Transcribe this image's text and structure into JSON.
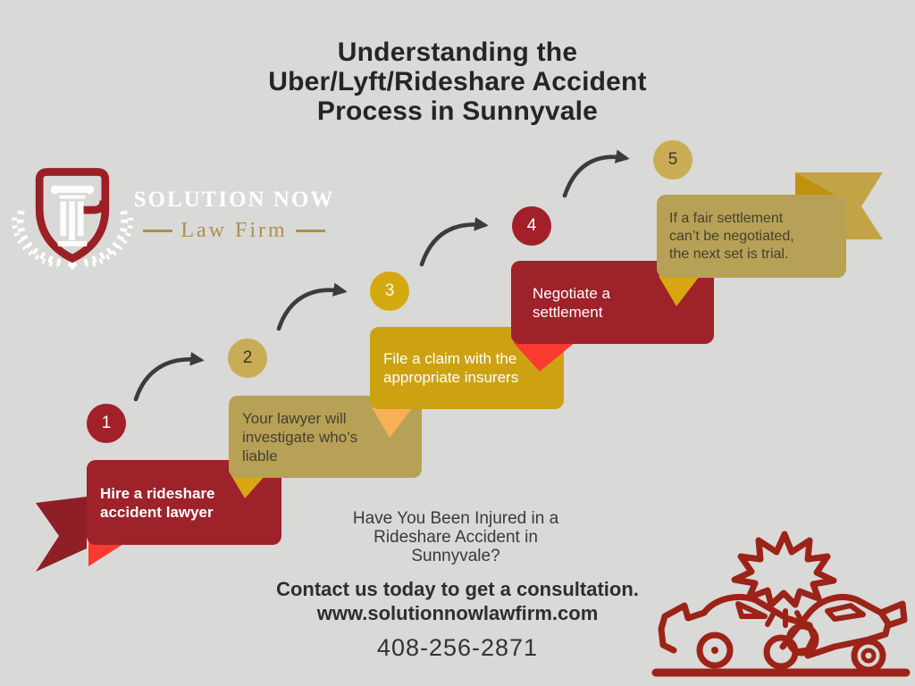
{
  "title": {
    "lines": [
      "Understanding the",
      "Uber/Lyft/Rideshare Accident",
      "Process in Sunnyvale"
    ]
  },
  "logo": {
    "name": "SOLUTION NOW",
    "subtitle": "Law Firm"
  },
  "steps": [
    {
      "number": "1",
      "label": "Hire a rideshare accident lawyer"
    },
    {
      "number": "2",
      "label": "Your lawyer will investigate who’s liable"
    },
    {
      "number": "3",
      "label": "File a claim with the appropriate insurers"
    },
    {
      "number": "4",
      "label": "Negotiate a settlement"
    },
    {
      "number": "5",
      "label": "If a fair settlement can’t be negotiated, the next set is trial."
    }
  ],
  "footer": {
    "question": "Have You Been Injured in a Rideshare Accident in Sunnyvale?",
    "cta": "Contact us today to get a consultation.",
    "website": "www.solutionnowlawfirm.com",
    "phone": "408-256-2871"
  },
  "colors": {
    "background": "#d9d9d7",
    "dark_red": "#9d222a",
    "tan": "#b7a156",
    "gold": "#cda212",
    "fold_gold": "#d8a513",
    "fold_orange": "#f7b055",
    "fold_bright_red": "#fb3b31",
    "arrow_charcoal": "#3c3c3c",
    "logo_gold": "#ad8f4d",
    "icon_red": "#9c2318"
  },
  "icons": {
    "emblem": "shield-column-laurel-emblem",
    "car_crash": "car-crash-icon"
  }
}
